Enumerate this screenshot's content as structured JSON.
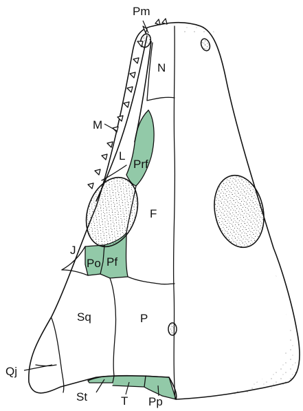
{
  "figure": {
    "highlight_color": "#92c9a8",
    "outline_color": "#111111",
    "background": "#ffffff"
  },
  "labels": {
    "pm": "Pm",
    "n": "N",
    "m": "M",
    "l": "L",
    "prf": "Prf",
    "f": "F",
    "j": "J",
    "po": "Po",
    "pf": "Pf",
    "sq": "Sq",
    "p": "P",
    "qj": "Qj",
    "st": "St",
    "t": "T",
    "pp": "Pp"
  }
}
